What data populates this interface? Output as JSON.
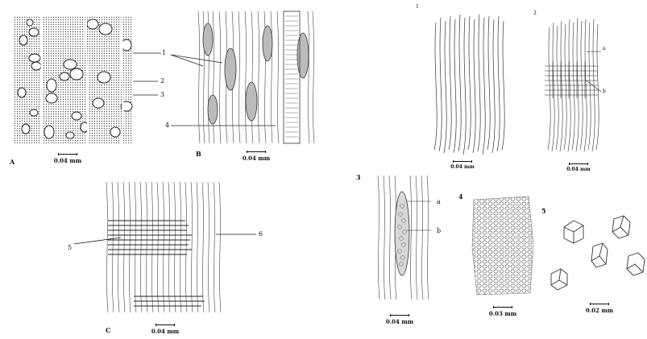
{
  "left_plate": {
    "panel_A": {
      "label": "A",
      "scale": "0.04 mm",
      "callouts": [
        "1",
        "2",
        "3"
      ]
    },
    "panel_B": {
      "label": "B",
      "scale": "0.04 mm",
      "callouts": [
        "4"
      ]
    },
    "panel_C": {
      "label": "C",
      "scale": "0.04 mm",
      "callouts": [
        "5",
        "6"
      ]
    }
  },
  "right_plate": {
    "panel_1": {
      "label": "1",
      "scale": "0.04 mm"
    },
    "panel_2": {
      "label": "2",
      "scale": "0.04 mm",
      "callouts": [
        "a",
        "b"
      ]
    },
    "panel_3": {
      "label": "3",
      "scale": "0.04 mm",
      "callouts": [
        "a",
        "b"
      ]
    },
    "panel_4": {
      "label": "4",
      "scale": "0.03 mm"
    },
    "panel_5": {
      "label": "5",
      "scale": "0.02 mm"
    }
  }
}
